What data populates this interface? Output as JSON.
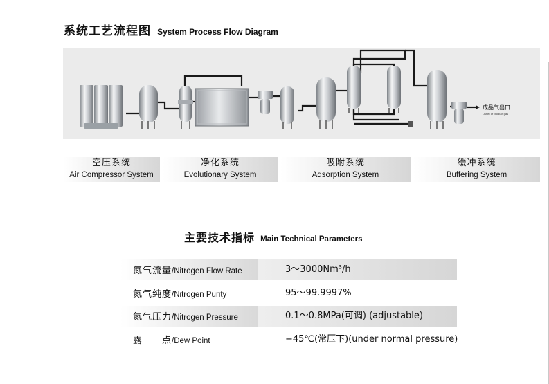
{
  "header": {
    "title_cn": "系统工艺流程图",
    "title_en": "System Process Flow Diagram"
  },
  "diagram": {
    "product_label_cn": "成品气出口",
    "product_label_en": "Outlet of product gas"
  },
  "systems": [
    {
      "cn": "空压系统",
      "en": "Air Compressor System"
    },
    {
      "cn": "净化系统",
      "en": "Evolutionary System"
    },
    {
      "cn": "吸附系统",
      "en": "Adsorption System"
    },
    {
      "cn": "缓冲系统",
      "en": "Buffering System"
    }
  ],
  "parameters": {
    "title_cn": "主要技术指标",
    "title_en": "Main Technical Parameters",
    "rows": [
      {
        "label_cn": "氮气流量",
        "label_en": "/Nitrogen Flow Rate",
        "value": "3～3000Nm³/h"
      },
      {
        "label_cn": "氮气纯度",
        "label_en": "/Nitrogen Purity",
        "value": "95～99.9997%"
      },
      {
        "label_cn": "氮气压力",
        "label_en": "/Nitrogen Pressure",
        "value": "0.1～0.8MPa(可调) (adjustable)"
      },
      {
        "label_cn": "露　　点",
        "label_en": "/Dew Point",
        "value": "−45℃(常压下)(under normal pressure)"
      }
    ]
  }
}
